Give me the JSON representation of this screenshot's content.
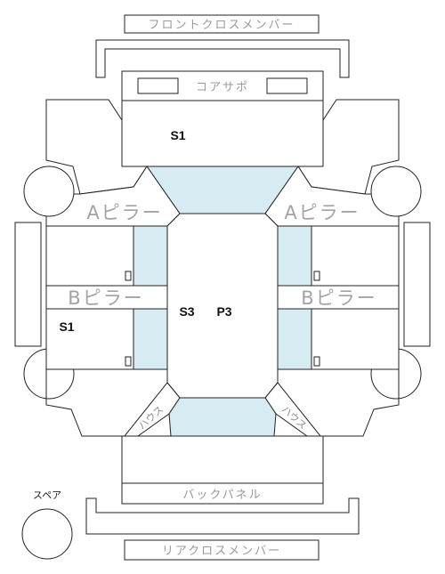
{
  "labels": {
    "front_cross_member": "フロントクロスメンバー",
    "core_support": "コアサポ",
    "a_pillar": "Aピラー",
    "b_pillar": "Bピラー",
    "back_panel": "バックパネル",
    "rear_cross_member": "リアクロスメンバー",
    "spare": "スペア",
    "inner_corner": "ハウス"
  },
  "damage_codes": {
    "front": "S1",
    "left_rear_door": "S1",
    "roof_left": "S3",
    "roof_right": "P3"
  },
  "colors": {
    "glass": "#d7ecf2",
    "line": "#222222",
    "label": "#9a9a9a"
  }
}
